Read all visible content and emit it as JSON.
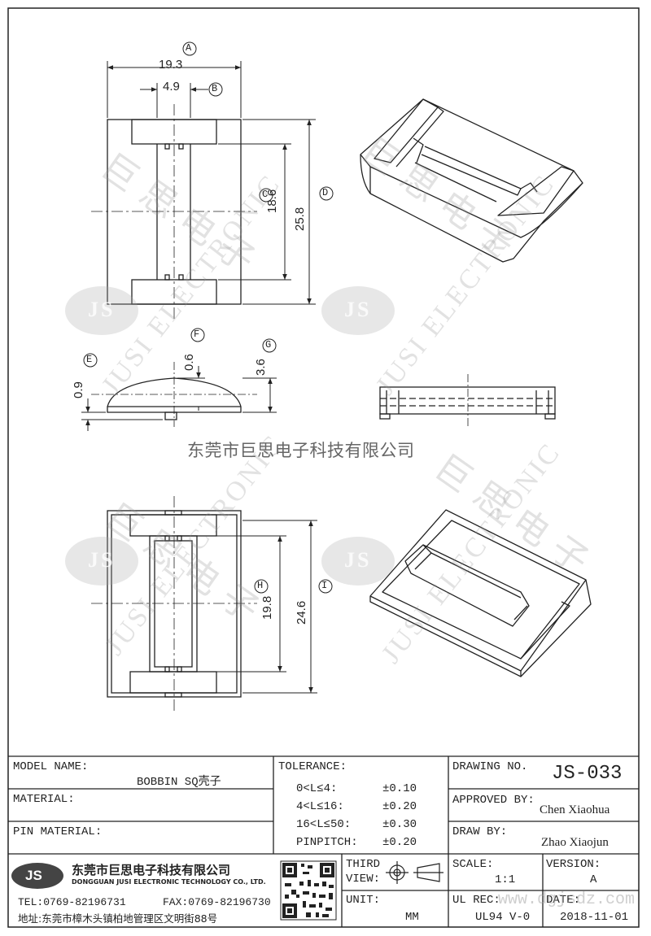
{
  "drawing": {
    "dims": {
      "a": {
        "tag": "A",
        "value": "19.3"
      },
      "b": {
        "tag": "B",
        "value": "4.9"
      },
      "c": {
        "tag": "C",
        "value": "18.6"
      },
      "d": {
        "tag": "D",
        "value": "25.8"
      },
      "e": {
        "tag": "E",
        "value": "0.9"
      },
      "f": {
        "tag": "F",
        "value": "0.6"
      },
      "g": {
        "tag": "G",
        "value": "3.6"
      },
      "h": {
        "tag": "H",
        "value": "19.8"
      },
      "i": {
        "tag": "I",
        "value": "24.6"
      }
    },
    "company_watermark_line": "东莞市巨思电子科技有限公司",
    "watermark_text": "JUSI ELECTRONIC",
    "watermark_logo": "JS",
    "watermark_cn": "巨思电子",
    "website_watermark": "www.dgjsdz.com"
  },
  "title_block": {
    "model_name_label": "MODEL NAME:",
    "model_name_value": "BOBBIN SQ壳子",
    "material_label": "MATERIAL:",
    "pin_material_label": "PIN MATERIAL:",
    "tolerance_label": "TOLERANCE:",
    "tolerances": [
      {
        "range": "0<L≤4:",
        "value": "±0.10"
      },
      {
        "range": "4<L≤16:",
        "value": "±0.20"
      },
      {
        "range": "16<L≤50:",
        "value": "±0.30"
      },
      {
        "range": "PINPITCH:",
        "value": "±0.20"
      }
    ],
    "drawing_no_label": "DRAWING NO.",
    "drawing_no_value": "JS-033",
    "approved_by_label": "APPROVED BY:",
    "approved_by_value": "Chen Xiaohua",
    "draw_by_label": "DRAW BY:",
    "draw_by_value": "Zhao Xiaojun",
    "company_logo": "JS",
    "company_cn": "东莞市巨思电子科技有限公司",
    "company_en": "DONGGUAN JUSI ELECTRONIC TECHNOLOGY CO., LTD.",
    "tel": "TEL:0769-82196731",
    "fax": "FAX:0769-82196730",
    "address": "地址:东莞市樟木头镇柏地管理区文明街88号",
    "third_view_label_1": "THIRD",
    "third_view_label_2": "VIEW:",
    "unit_label": "UNIT:",
    "unit_value": "MM",
    "scale_label": "SCALE:",
    "scale_value": "1:1",
    "version_label": "VERSION:",
    "version_value": "A",
    "ul_rec_label": "UL REC:",
    "ul_rec_value": "UL94 V-0",
    "date_label": "DATE:",
    "date_value": "2018-11-01"
  }
}
